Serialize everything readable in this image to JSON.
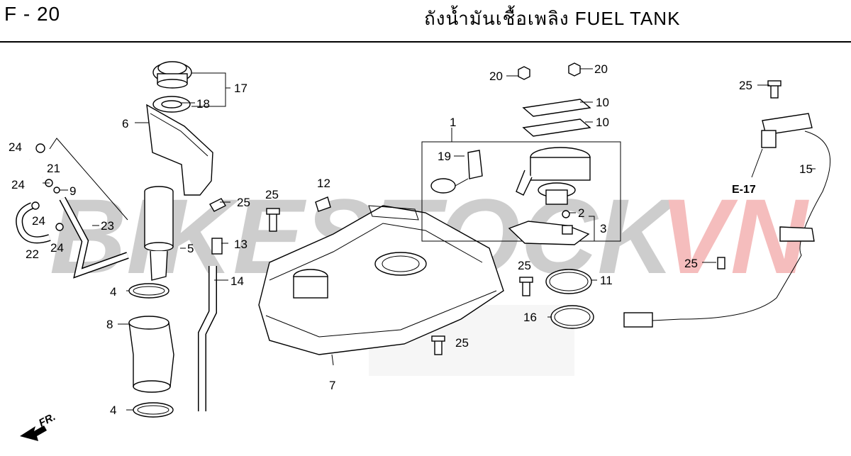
{
  "header": {
    "page_code": "F - 20",
    "title": "ถังน้ำมันเชื้อเพลิง  FUEL TANK"
  },
  "watermark": {
    "text_grey": "BIKESTOCK",
    "text_red": "VN",
    "grey_color": "#bdbdbd",
    "red_color": "#f2a7a7"
  },
  "reference": {
    "label": "E-17"
  },
  "direction": {
    "label": "FR."
  },
  "callouts": [
    "1",
    "2",
    "3",
    "4",
    "4",
    "5",
    "6",
    "7",
    "8",
    "9",
    "10",
    "10",
    "11",
    "12",
    "13",
    "14",
    "15",
    "16",
    "17",
    "18",
    "19",
    "20",
    "20",
    "21",
    "22",
    "23",
    "24",
    "24",
    "24",
    "24",
    "25",
    "25",
    "25",
    "25",
    "25",
    "25"
  ]
}
